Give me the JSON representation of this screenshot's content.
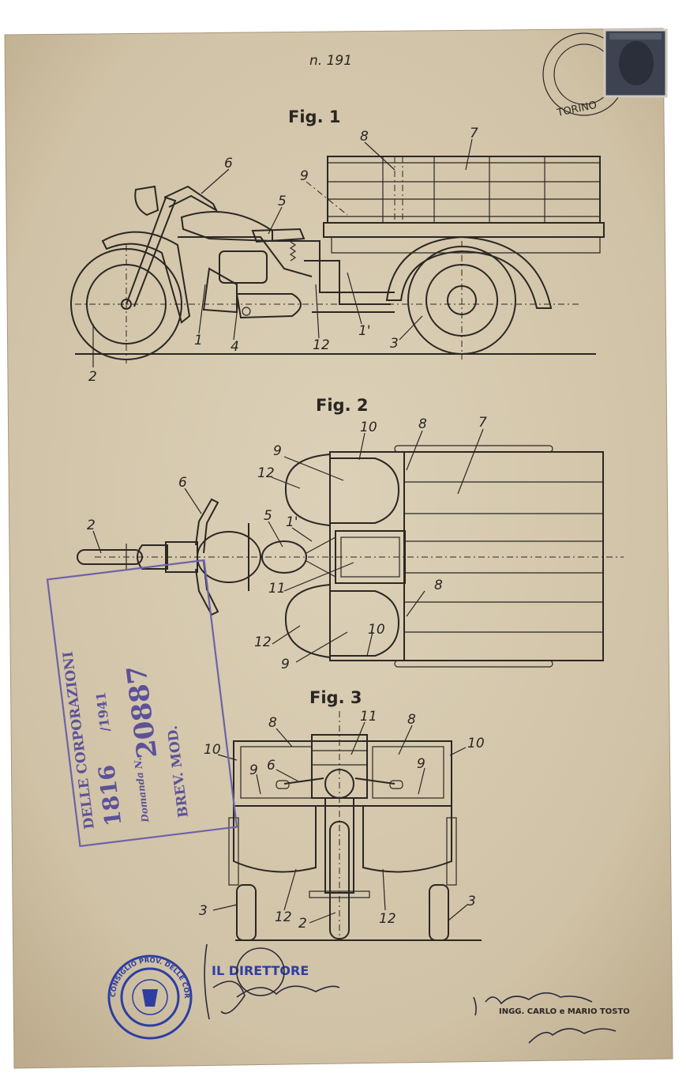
{
  "document": {
    "page_number_note": "n. 191",
    "figures": [
      {
        "label": "Fig. 1",
        "callouts": [
          "8",
          "7",
          "6",
          "9",
          "5",
          "1",
          "4",
          "12",
          "1'",
          "3",
          "2"
        ]
      },
      {
        "label": "Fig. 2",
        "callouts": [
          "10",
          "8",
          "7",
          "9",
          "12",
          "6",
          "5",
          "1'",
          "2",
          "11",
          "8",
          "12",
          "10",
          "9"
        ]
      },
      {
        "label": "Fig. 3",
        "callouts": [
          "8",
          "11",
          "8",
          "10",
          "10",
          "9",
          "6",
          "9",
          "3",
          "12",
          "2",
          "12",
          "3"
        ]
      }
    ],
    "office_stamp": {
      "line1": "DELLE CORPORAZIONI",
      "number": "1816",
      "year": "/1941",
      "reg_number": "20887",
      "line2": "BREV. MOD.",
      "small": "Domanda N."
    },
    "seal": {
      "ring_text": "CONSIGLIO PROV. DELLE CORPORAZIONI - TORINO"
    },
    "director_label": "IL DIRETTORE",
    "applicant_stamp": "INGG. CARLO e MARIO TOSTO",
    "postmark": {
      "text": "TORINO"
    }
  },
  "colors": {
    "paper": "#d4c7ad",
    "ink": "#2b2722",
    "stamp_violet": "#6d62a8",
    "seal_blue": "#2e3ea0"
  }
}
